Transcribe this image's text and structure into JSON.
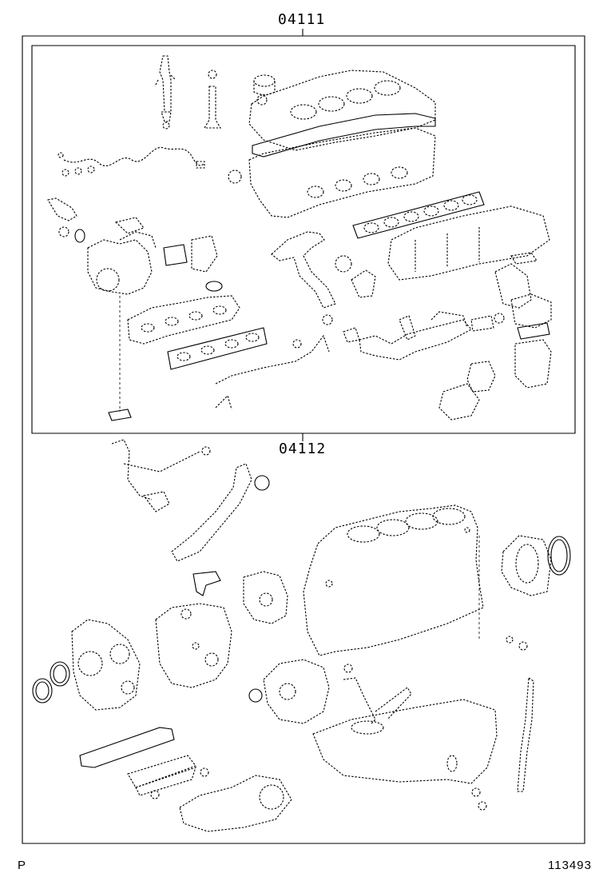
{
  "labels": {
    "kit_upper": "04111",
    "kit_lower": "04112",
    "corner_left": "P",
    "corner_right": "113493"
  }
}
